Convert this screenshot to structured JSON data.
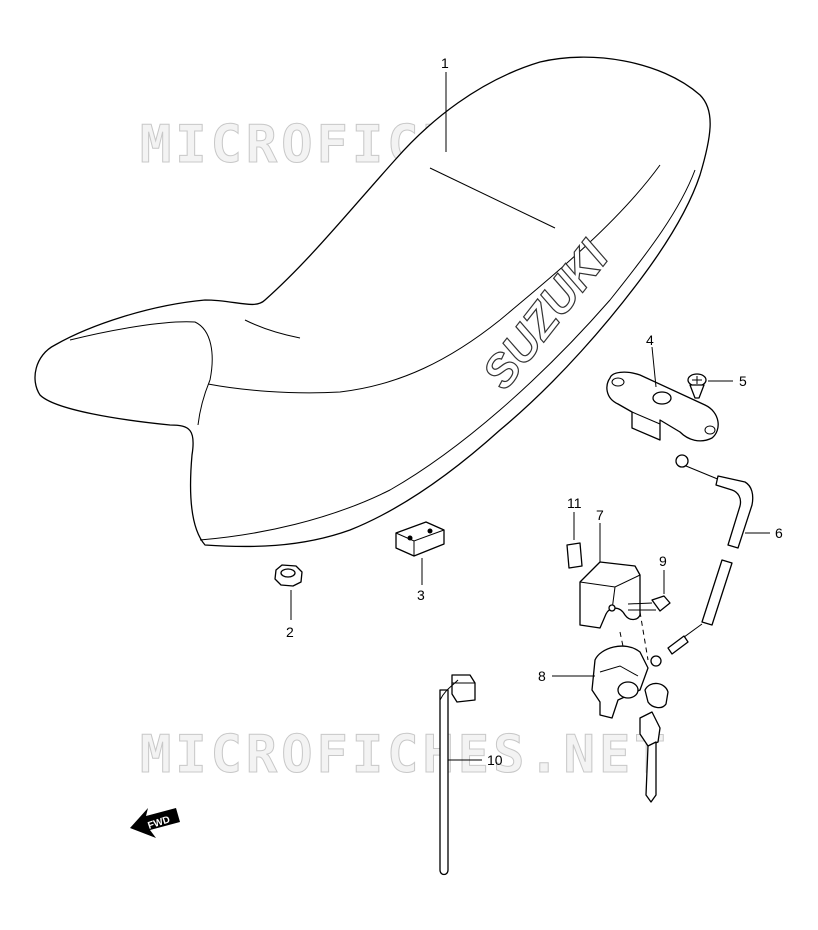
{
  "watermark": "MICROFICHES.NET",
  "seat_brand": "SUZUKI",
  "fwd_label": "FWD",
  "callouts": {
    "c1": "1",
    "c2": "2",
    "c3": "3",
    "c4": "4",
    "c5": "5",
    "c6": "6",
    "c7": "7",
    "c8": "8",
    "c9": "9",
    "c10": "10",
    "c11": "11"
  }
}
